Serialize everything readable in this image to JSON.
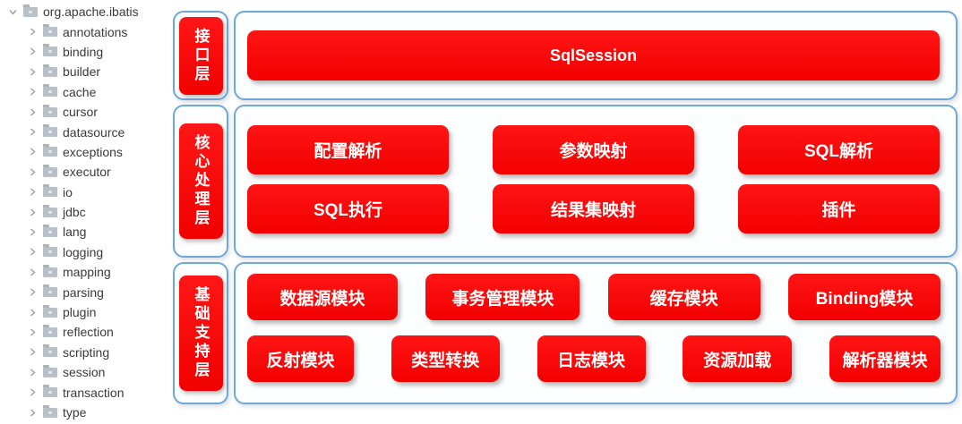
{
  "tree": {
    "root_label": "org.apache.ibatis",
    "children": [
      "annotations",
      "binding",
      "builder",
      "cache",
      "cursor",
      "datasource",
      "exceptions",
      "executor",
      "io",
      "jdbc",
      "lang",
      "logging",
      "mapping",
      "parsing",
      "plugin",
      "reflection",
      "scripting",
      "session",
      "transaction",
      "type"
    ]
  },
  "diagram": {
    "layers": [
      {
        "label": "接口层",
        "rows": [
          [
            "SqlSession"
          ]
        ]
      },
      {
        "label": "核心处理层",
        "rows": [
          [
            "配置解析",
            "参数映射",
            "SQL解析"
          ],
          [
            "SQL执行",
            "结果集映射",
            "插件"
          ]
        ]
      },
      {
        "label": "基础支持层",
        "rows": [
          [
            "数据源模块",
            "事务管理模块",
            "缓存模块",
            "Binding模块"
          ],
          [
            "反射模块",
            "类型转换",
            "日志模块",
            "资源加载",
            "解析器模块"
          ]
        ]
      }
    ],
    "colors": {
      "module_red": "#f80000",
      "layer_border_blue": "#6ea7da",
      "module_text": "#ffffff"
    }
  }
}
